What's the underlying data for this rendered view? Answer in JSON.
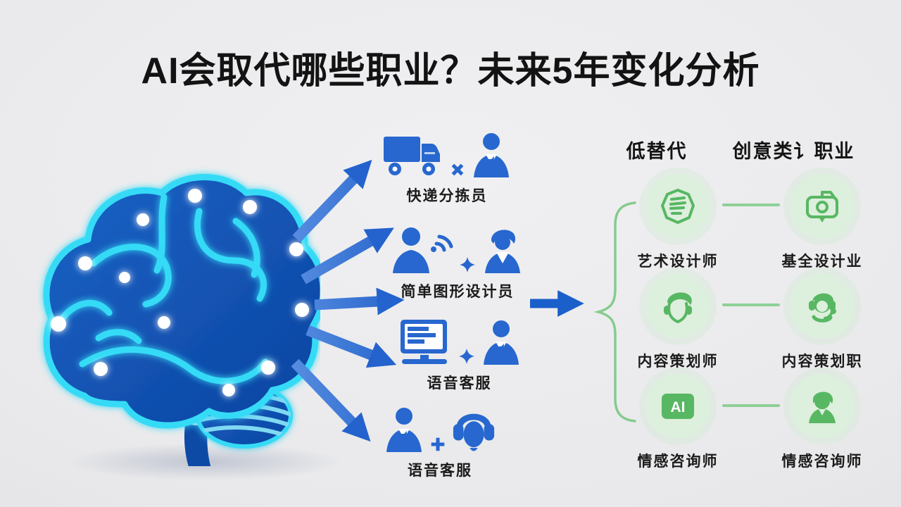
{
  "title": "AI会取代哪些职业？未来5年变化分析",
  "left_illustration": {
    "name": "glowing-ai-brain"
  },
  "replaced_jobs": [
    {
      "label": "快递分拣员",
      "icons": [
        "truck-icon",
        "plus-icon",
        "businessman-icon"
      ]
    },
    {
      "label": "简单图形设计员",
      "icons": [
        "person-broadcast-icon",
        "sparkle-plus-icon",
        "person-icon"
      ]
    },
    {
      "label": "语音客服",
      "icons": [
        "monitor-icon",
        "sparkle-plus-icon",
        "businessman-icon"
      ]
    },
    {
      "label": "语音客服",
      "icons": [
        "businessman-icon",
        "plus-icon",
        "headset-icon"
      ]
    }
  ],
  "right_panel": {
    "columns": [
      {
        "header": "低替代",
        "items": [
          {
            "label": "艺术设计师",
            "icon": "badge-document-icon"
          },
          {
            "label": "内容策划师",
            "icon": "face-headphones-icon"
          },
          {
            "label": "情感咨询师",
            "icon": "ai-chip-icon",
            "icon_text": "AI"
          }
        ]
      },
      {
        "header": "创意类讠职业",
        "items": [
          {
            "label": "基全设计业",
            "icon": "camera-bubble-icon"
          },
          {
            "label": "内容策划职",
            "icon": "support-agent-icon"
          },
          {
            "label": "情感咨询师",
            "icon": "person-avatar-icon"
          }
        ]
      }
    ]
  },
  "chart_data": {
    "type": "diagram-infographic",
    "title": "AI会取代哪些职业？未来5年变化分析",
    "source_node": "AI brain",
    "replaced_jobs": [
      "快递分拣员",
      "简单图形设计员",
      "语音客服",
      "语音客服"
    ],
    "low_replacement_jobs": [
      "艺术设计师",
      "内容策划师",
      "情感咨询师"
    ],
    "creative_jobs": [
      "基全设计业",
      "内容策划职",
      "情感咨询师"
    ]
  },
  "colors": {
    "blue": "#2767cf",
    "arrow_blue": "#2e6fd4",
    "cyan_glow": "#35dbf6",
    "brain_fill": "#0f4fae",
    "green": "#58b763",
    "green_circle_bg": "#ddefdd",
    "connector_green": "#8ed096",
    "background": "#eaeaec",
    "text": "#141414"
  }
}
